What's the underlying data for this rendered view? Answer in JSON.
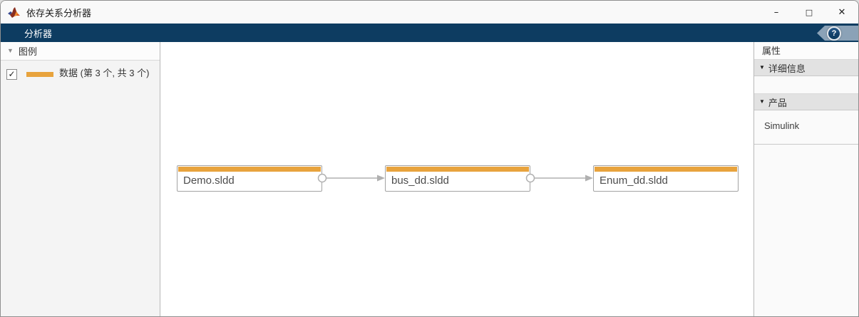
{
  "window": {
    "title": "依存关系分析器",
    "controls": {
      "minimize": "–",
      "maximize": "□",
      "close": "✕"
    }
  },
  "toolbar": {
    "tab": "分析器"
  },
  "icons": {
    "help": "?",
    "checkmark": "✓",
    "collapse_triangle": "▼"
  },
  "legend": {
    "header": "图例",
    "item": {
      "label": "数据 (第 3 个, 共 3 个)",
      "checked": true,
      "swatch_color": "#E8A33D"
    }
  },
  "properties": {
    "header": "属性",
    "sections": [
      {
        "title": "详细信息",
        "value": ""
      },
      {
        "title": "产品",
        "value": "Simulink"
      }
    ]
  },
  "graph": {
    "nodes": [
      {
        "label": "Demo.sldd",
        "accent_color": "#E8A33D"
      },
      {
        "label": "bus_dd.sldd",
        "accent_color": "#E8A33D"
      },
      {
        "label": "Enum_dd.sldd",
        "accent_color": "#E8A33D"
      }
    ],
    "edges": [
      {
        "from": "Demo.sldd",
        "to": "bus_dd.sldd"
      },
      {
        "from": "bus_dd.sldd",
        "to": "Enum_dd.sldd"
      }
    ]
  },
  "colors": {
    "toolbar_blue": "#0D3C61",
    "accent_orange": "#E8A33D",
    "edge_gray": "#B0B0B0"
  }
}
